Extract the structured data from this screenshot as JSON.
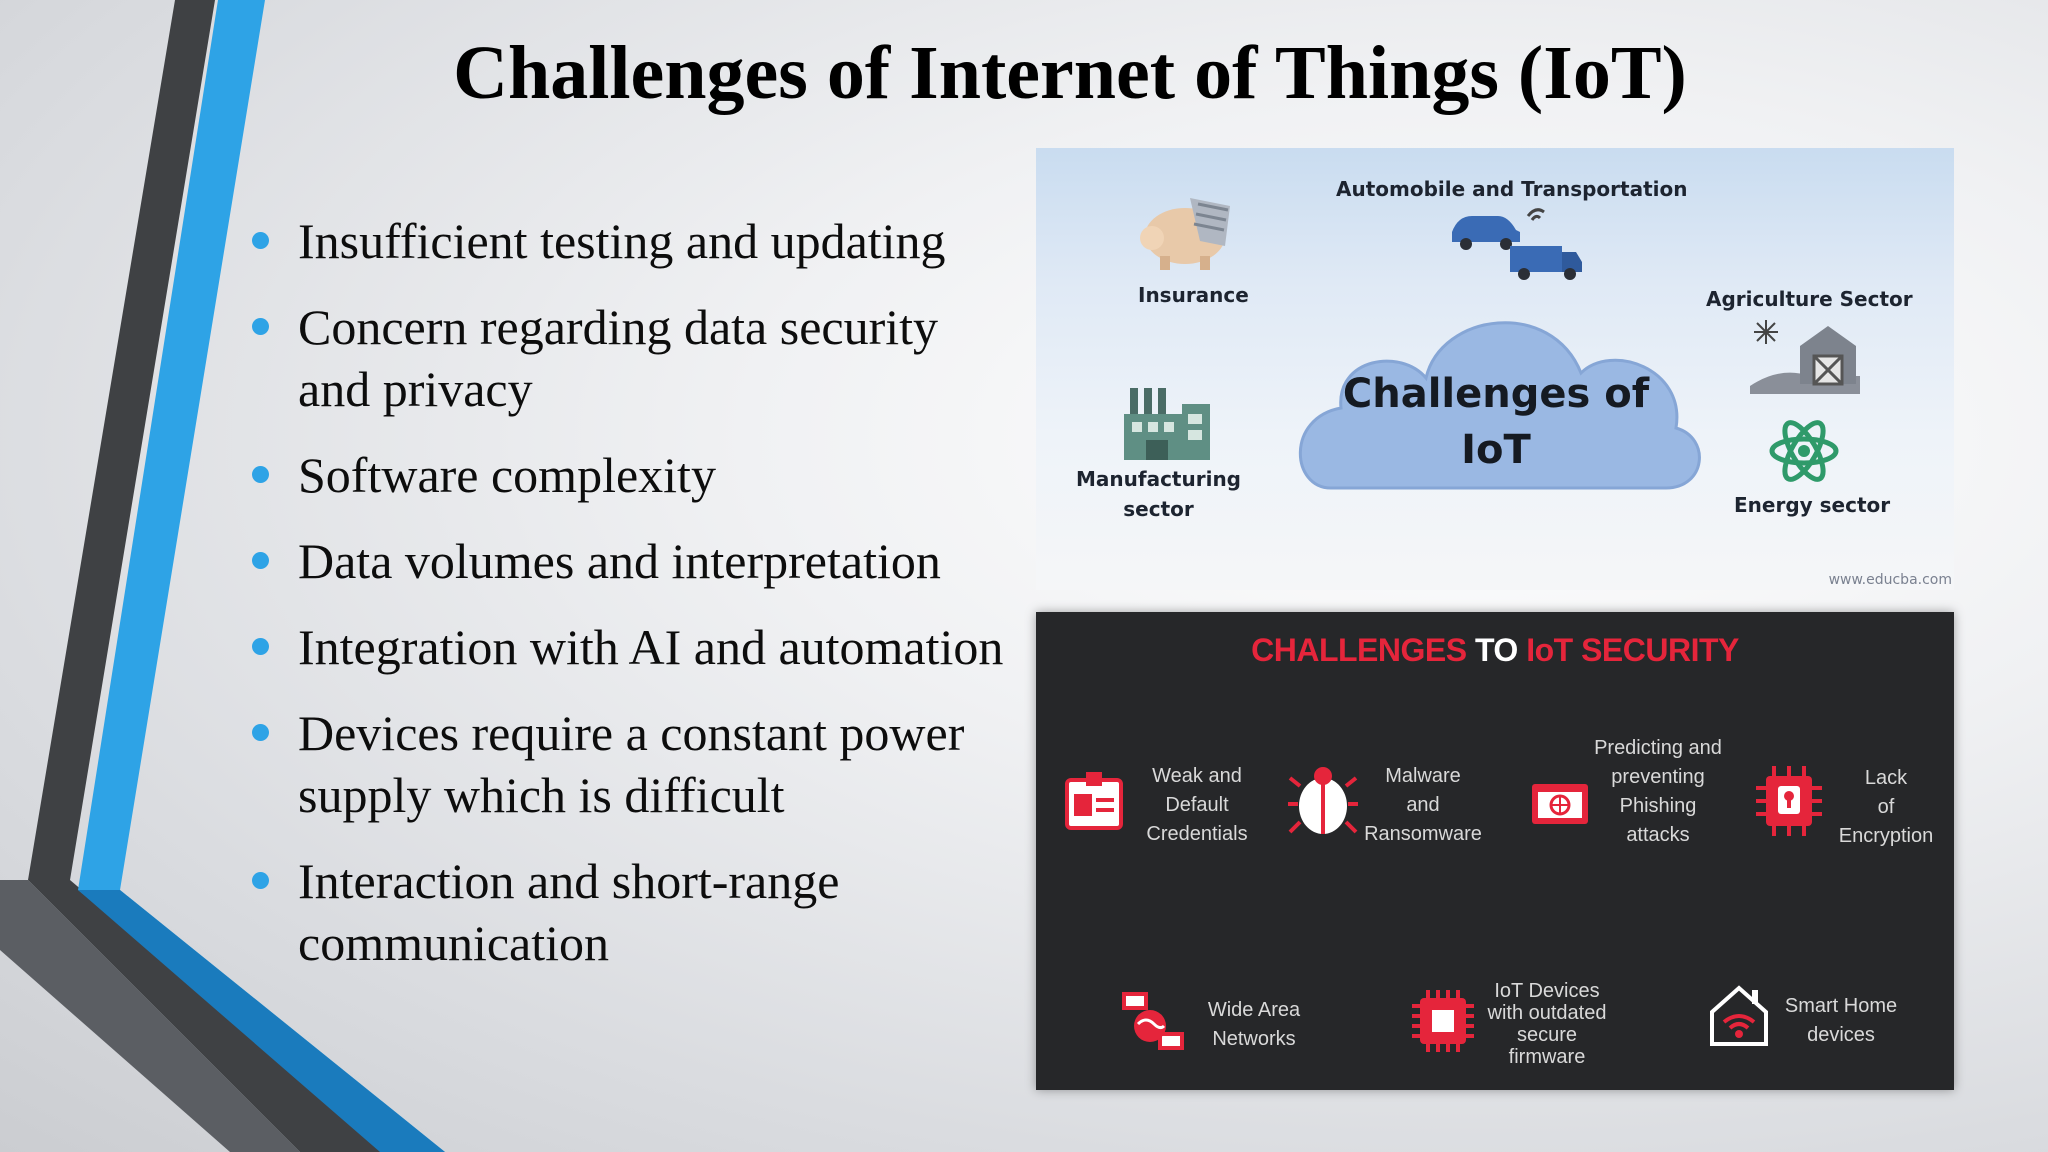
{
  "slide": {
    "title": "Challenges of Internet of Things (IoT)",
    "accent_color": "#2ea3e6",
    "bullets": [
      "Insufficient testing and updating",
      "Concern regarding data security and privacy",
      "Software complexity",
      "Data volumes and interpretation",
      "Integration with AI and automation",
      "Devices require a constant power supply which is difficult",
      "Interaction and short-range communication"
    ]
  },
  "iot_image": {
    "center_line1": "Challenges of",
    "center_line2": "IoT",
    "labels": {
      "automobile": "Automobile and Transportation",
      "insurance": "Insurance",
      "agriculture": "Agriculture Sector",
      "manufacturing_line1": "Manufacturing",
      "manufacturing_line2": "sector",
      "energy": "Energy sector"
    },
    "credit": "www.educba.com",
    "icons": [
      "piggy-bank-icon",
      "car-truck-icon",
      "barn-icon",
      "factory-icon",
      "atom-icon",
      "cloud-icon"
    ]
  },
  "security_image": {
    "heading_part1": "CHALLENGES",
    "heading_part2": "TO",
    "heading_part3": "IoT SECURITY",
    "heading_color": "#e5253b",
    "items": {
      "weak_credentials": [
        "Weak and",
        "Default",
        "Credentials"
      ],
      "malware": [
        "Malware",
        "and",
        "Ransomware"
      ],
      "phishing": [
        "Predicting and",
        "preventing",
        "Phishing",
        "attacks"
      ],
      "encryption": [
        "Lack",
        "of",
        "Encryption"
      ],
      "wan": [
        "Wide Area",
        "Networks"
      ],
      "firmware": [
        "IoT Devices",
        "with outdated",
        "secure",
        "firmware"
      ],
      "smart_home": [
        "Smart Home",
        "devices"
      ]
    },
    "icons": [
      "credentials-icon",
      "bug-icon",
      "phishing-icon",
      "lock-icon",
      "network-icon",
      "chip-icon",
      "smart-home-icon"
    ]
  }
}
